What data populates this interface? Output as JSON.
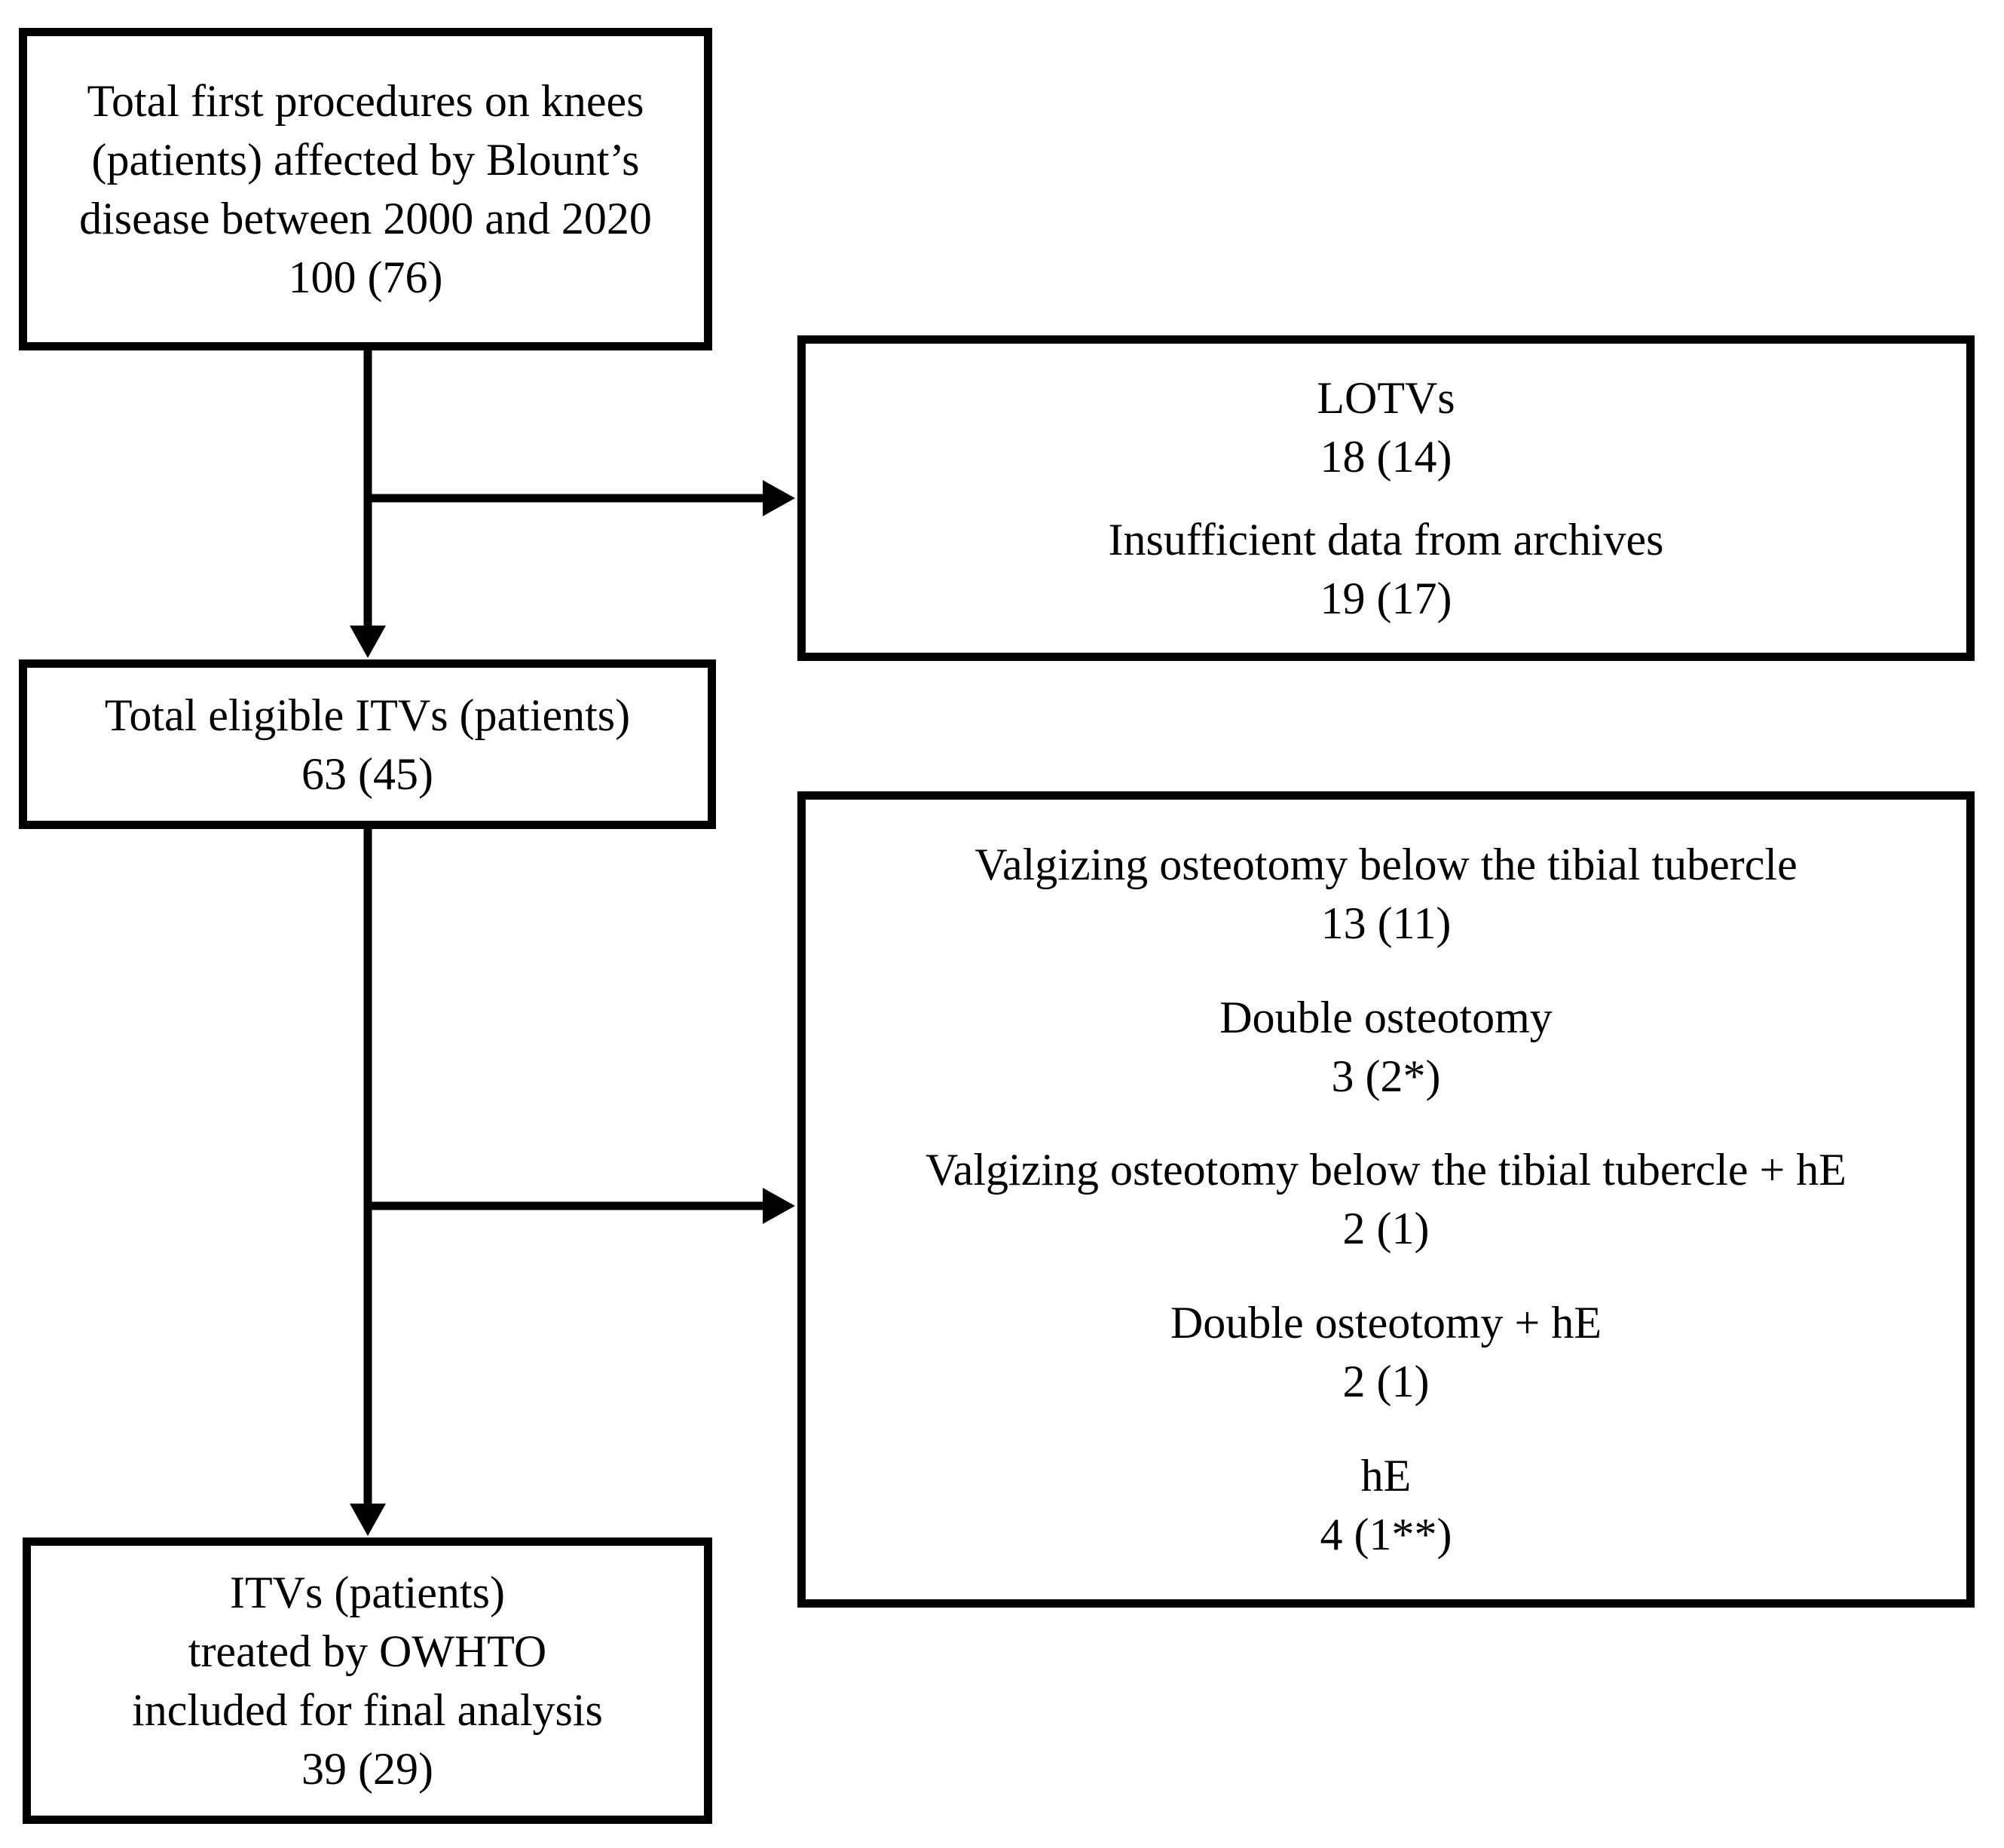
{
  "figure": {
    "background_color": "#ffffff",
    "line_color": "#000000"
  },
  "boxes": {
    "total_first": {
      "text": "Total first procedures on knees\n(patients) affected by Blount’s\ndisease between 2000 and 2020",
      "count": "100 (76)"
    },
    "exclusions_1": {
      "entries": [
        {
          "label": "LOTVs",
          "count": "18 (14)"
        },
        {
          "label": "Insufficient data from archives",
          "count": "19 (17)"
        }
      ]
    },
    "eligible": {
      "text": "Total eligible ITVs (patients)",
      "count": "63 (45)"
    },
    "exclusions_2": {
      "entries": [
        {
          "label": "Valgizing osteotomy below the tibial tubercle",
          "count": "13 (11)"
        },
        {
          "label": "Double osteotomy",
          "count": "3 (2*)"
        },
        {
          "label": "Valgizing osteotomy below the tibial tubercle + hE",
          "count": "2 (1)"
        },
        {
          "label": "Double osteotomy + hE",
          "count": "2 (1)"
        },
        {
          "label": "hE",
          "count": "4 (1**)"
        }
      ]
    },
    "final": {
      "text": "ITVs (patients)\ntreated by OWHTO\nincluded for final analysis",
      "count": "39 (29)"
    }
  }
}
